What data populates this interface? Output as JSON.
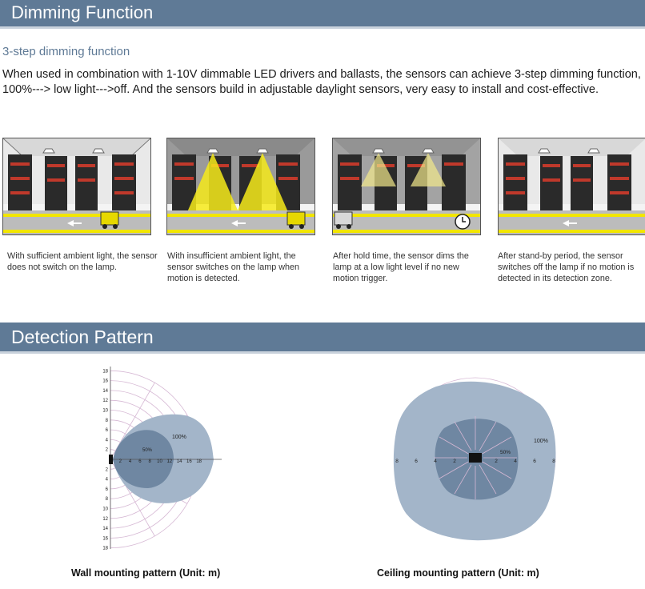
{
  "dimming": {
    "banner_title": "Dimming Function",
    "subtitle": "3-step dimming function",
    "paragraph": "When used in combination with 1-10V dimmable LED drivers and ballasts, the sensors can achieve 3-step dimming function, 100%---> low light--->off. And the sensors build in adjustable daylight sensors, very easy to install and cost-effective.",
    "steps": [
      {
        "caption": "With sufficient ambient light, the sensor does not switch on the lamp."
      },
      {
        "caption": "With insufficient ambient light, the sensor switches on the lamp when motion is detected."
      },
      {
        "caption": "After hold time, the sensor dims the lamp at a low light level if no new motion trigger."
      },
      {
        "caption": "After stand-by period, the sensor switches off the lamp if no motion is detected in its detection zone."
      }
    ]
  },
  "detection": {
    "banner_title": "Detection Pattern",
    "wall": {
      "label": "Wall mounting pattern (Unit: m)",
      "y_ticks": [
        "18",
        "16",
        "14",
        "12",
        "10",
        "8",
        "6",
        "4",
        "2",
        "",
        "2",
        "4",
        "6",
        "8",
        "10",
        "12",
        "14",
        "16",
        "18"
      ],
      "x_ticks": [
        "2",
        "4",
        "6",
        "8",
        "10",
        "12",
        "14",
        "16",
        "18"
      ],
      "label_100": "100%",
      "label_50": "50%"
    },
    "ceiling": {
      "label": "Ceiling  mounting pattern (Unit: m)",
      "left_ticks": [
        "8",
        "6",
        "4",
        "2"
      ],
      "right_ticks": [
        "2",
        "4",
        "6",
        "8"
      ],
      "label_100": "100%",
      "label_50": "50%"
    }
  },
  "colors": {
    "banner": "#5f7a96",
    "accent_text": "#5f7a96",
    "light_yellow": "#f2e600",
    "pattern_outer": "#a3b5c9",
    "pattern_inner": "#6f87a2",
    "grid_line": "#d6b8d4"
  }
}
